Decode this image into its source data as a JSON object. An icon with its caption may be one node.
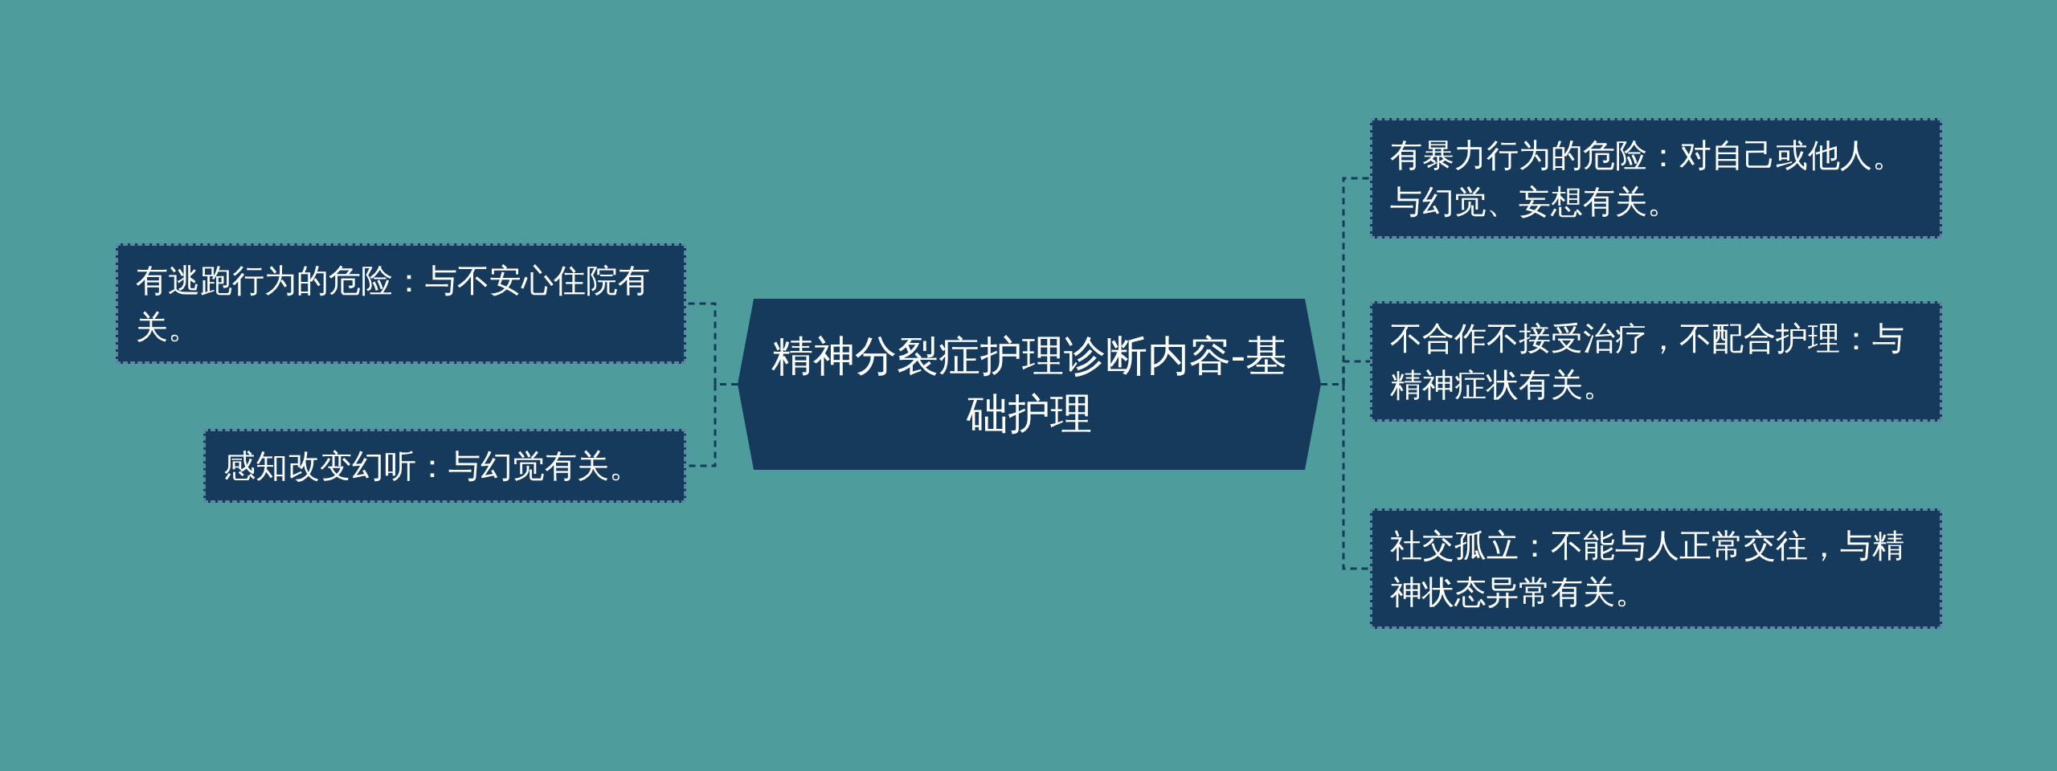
{
  "diagram": {
    "nodes": [
      {
        "text": [
          "精神分裂症护理诊断内容-基础护理"
        ]
      },
      {
        "text": [
          "有逃跑行为的危险：与不安心住院有关。"
        ]
      },
      {
        "text": [
          "感知改变幻听：与幻觉有关。"
        ]
      },
      {
        "text": [
          "有暴力行为的危险：对自己或他人。与幻觉、妄想有关。"
        ]
      },
      {
        "text": [
          "不合作不接受治疗，不配合护理：与精神症状有关。"
        ]
      },
      {
        "text": [
          "社交孤立：不能与人正常交往，与精神状态异常有关。"
        ]
      }
    ],
    "edges": [
      {
        "from": 0,
        "to": 1,
        "arrow": "none",
        "style": "dashed"
      },
      {
        "from": 0,
        "to": 2,
        "arrow": "none",
        "style": "dashed"
      },
      {
        "from": 0,
        "to": 3,
        "arrow": "none",
        "style": "dashed"
      },
      {
        "from": 0,
        "to": 4,
        "arrow": "none",
        "style": "dashed"
      },
      {
        "from": 0,
        "to": 5,
        "arrow": "none",
        "style": "dashed"
      }
    ]
  }
}
